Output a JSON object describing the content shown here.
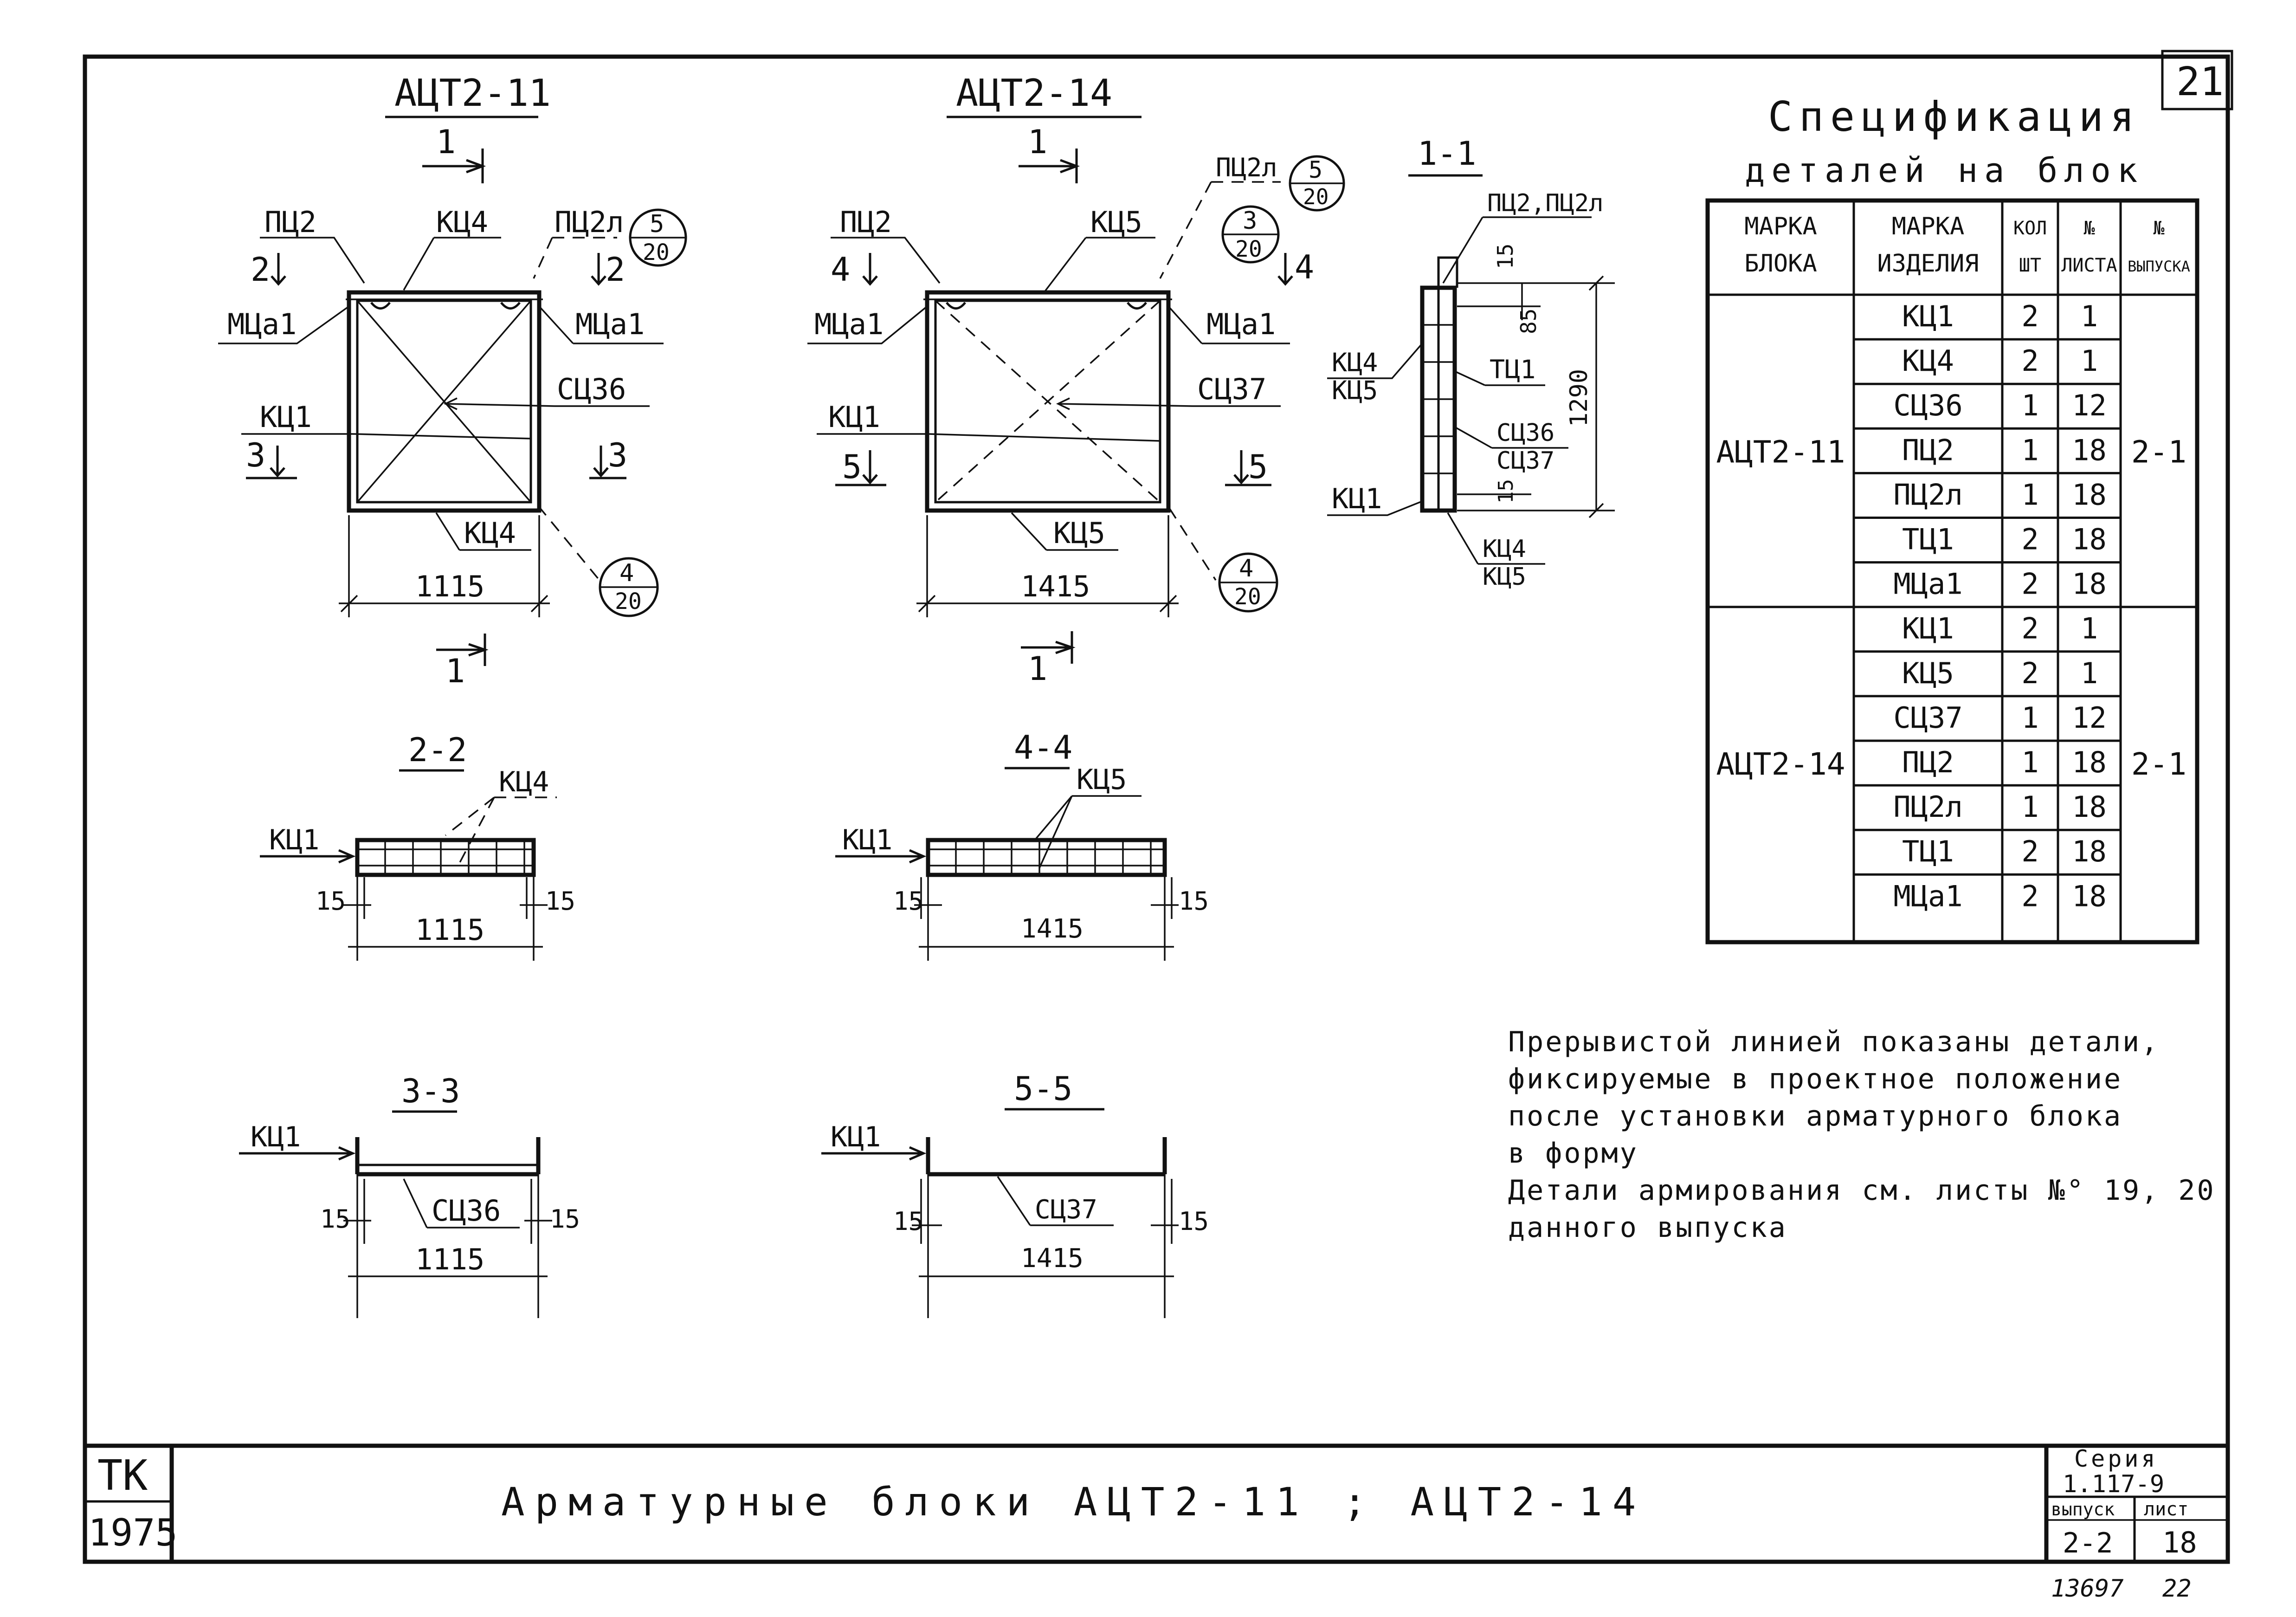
{
  "sheet": {
    "number": "21",
    "footer_left": "13697",
    "footer_right": "22"
  },
  "spec": {
    "title_line1": "Спецификация",
    "title_line2": "деталей на блок",
    "headers": [
      [
        "МАРКА",
        "БЛОКА"
      ],
      [
        "МАРКА",
        "ИЗДЕЛИЯ"
      ],
      [
        "КОЛ",
        "ШТ"
      ],
      [
        "№",
        "ЛИСТА"
      ],
      [
        "№",
        "ВЫПУСКА"
      ]
    ],
    "groups": [
      {
        "block": "АЦТ2-11",
        "issue": "2-1",
        "rows": [
          [
            "КЦ1",
            "2",
            "1"
          ],
          [
            "КЦ4",
            "2",
            "1"
          ],
          [
            "СЦ36",
            "1",
            "12"
          ],
          [
            "ПЦ2",
            "1",
            "18"
          ],
          [
            "ПЦ2л",
            "1",
            "18"
          ],
          [
            "ТЦ1",
            "2",
            "18"
          ],
          [
            "МЦа1",
            "2",
            "18"
          ]
        ]
      },
      {
        "block": "АЦТ2-14",
        "issue": "2-1",
        "rows": [
          [
            "КЦ1",
            "2",
            "1"
          ],
          [
            "КЦ5",
            "2",
            "1"
          ],
          [
            "СЦ37",
            "1",
            "12"
          ],
          [
            "ПЦ2",
            "1",
            "18"
          ],
          [
            "ПЦ2л",
            "1",
            "18"
          ],
          [
            "ТЦ1",
            "2",
            "18"
          ],
          [
            "МЦа1",
            "2",
            "18"
          ]
        ]
      }
    ]
  },
  "drawing_a": {
    "title": "АЦТ2-11",
    "cut1_top": "1",
    "cut1_bottom": "1",
    "pc2": "ПЦ2",
    "top_frame": "КЦ4",
    "pc2l": "ПЦ2л",
    "ref_top_num": "5",
    "ref_top_den": "20",
    "cut2_left": "2",
    "cut2_right": "2",
    "mca_left": "МЦа1",
    "mca_right": "МЦа1",
    "mesh": "СЦ36",
    "kc1": "КЦ1",
    "cut3_left": "3",
    "cut3_right": "3",
    "bottom_frame": "КЦ4",
    "ref_bot_num": "4",
    "ref_bot_den": "20",
    "width": "1115"
  },
  "drawing_b": {
    "title": "АЦТ2-14",
    "cut1_top": "1",
    "cut1_bottom": "1",
    "pc2": "ПЦ2",
    "top_frame": "КЦ5",
    "pc2l": "ПЦ2л",
    "ref_top1_num": "5",
    "ref_top1_den": "20",
    "ref_top2_num": "3",
    "ref_top2_den": "20",
    "cut4_left": "4",
    "cut4_right": "4",
    "mca_left": "МЦа1",
    "mca_right": "МЦа1",
    "mesh": "СЦ37",
    "kc1": "КЦ1",
    "cut5_left": "5",
    "cut5_right": "5",
    "bottom_frame": "КЦ5",
    "ref_bot_num": "4",
    "ref_bot_den": "20",
    "width": "1415"
  },
  "section_11": {
    "title": "1-1",
    "top_label": "ПЦ2,ПЦ2л",
    "kc4": "КЦ4",
    "kc5": "КЦ5",
    "tc1": "ТЦ1",
    "sc36": "СЦ36",
    "sc37": "СЦ37",
    "kc1": "КЦ1",
    "kc4b": "КЦ4",
    "kc5b": "КЦ5",
    "dim_15_top": "15",
    "dim_85": "85",
    "dim_1290": "1290",
    "dim_15_bot": "15"
  },
  "section_22": {
    "title": "2-2",
    "frame": "КЦ4",
    "kc1": "КЦ1",
    "d_left": "15",
    "d_right": "15",
    "width": "1115"
  },
  "section_44": {
    "title": "4-4",
    "frame": "КЦ5",
    "kc1": "КЦ1",
    "d_left": "15",
    "d_right": "15",
    "width": "1415"
  },
  "section_33": {
    "title": "3-3",
    "mesh": "СЦ36",
    "kc1": "КЦ1",
    "d_left": "15",
    "d_right": "15",
    "width": "1115"
  },
  "section_55": {
    "title": "5-5",
    "mesh": "СЦ37",
    "kc1": "КЦ1",
    "d_left": "15",
    "d_right": "15",
    "width": "1415"
  },
  "notes": [
    "Прерывистой линией показаны детали,",
    "фиксируемые в проектное положение",
    "после установки арматурного блока",
    "в форму",
    "Детали армирования см. листы №° 19, 20",
    "данного выпуска"
  ],
  "title_block": {
    "org": "ТК",
    "year": "1975",
    "main_title": "Арматурные блоки АЦТ2-11 ; АЦТ2-14",
    "series_label": "Серия",
    "series": "1.117-9",
    "issue_label": "выпуск",
    "issue": "2-2",
    "sheet_label": "лист",
    "sheet": "18"
  }
}
